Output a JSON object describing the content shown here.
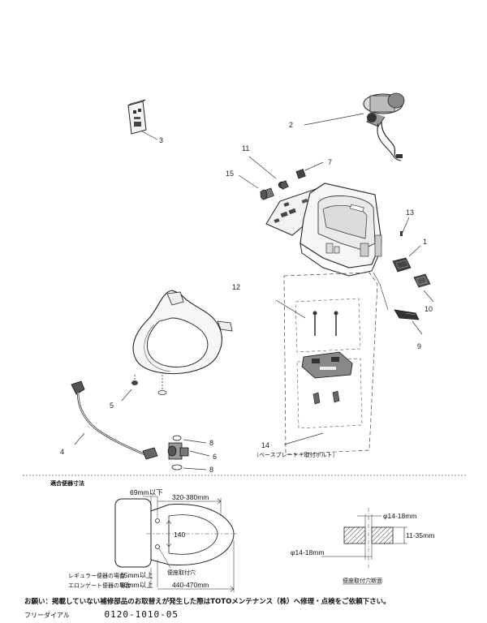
{
  "parts": {
    "p1": "1",
    "p2": "2",
    "p3": "3",
    "p4": "4",
    "p5": "5",
    "p6": "6",
    "p7": "7",
    "p8a": "8",
    "p8b": "8",
    "p9": "9",
    "p10": "10",
    "p11": "11",
    "p12": "12",
    "p13": "13",
    "p14": "14",
    "p14_desc": "（ベースプレート＋取付ボルト）",
    "p15": "15"
  },
  "fit_section": {
    "title": "適合便器寸法",
    "dim_69": "69mm以下",
    "dim_320_380": "320-380mm",
    "dim_140": "140",
    "mount_hole": "便座取付穴",
    "regular_label": "レギュラー便器の場合",
    "regular_value": "65mm以上",
    "elongated_label": "エロンゲート便器の場合",
    "elongated_value": "50mm以上",
    "dim_440_470": "440-470mm"
  },
  "hole_section": {
    "dia_top": "φ14-18mm",
    "thickness": "11-35mm",
    "dia_bottom": "φ14-18mm",
    "caption": "便座取付穴断面"
  },
  "footer": {
    "notice": "お願い：掲載していない補修部品のお取替えが発生した際はTOTOメンテナンス（株）へ修理・点検をご依頼下さい。",
    "dial_label": "フリーダイアル",
    "dial_number": "0120-1010-05"
  }
}
